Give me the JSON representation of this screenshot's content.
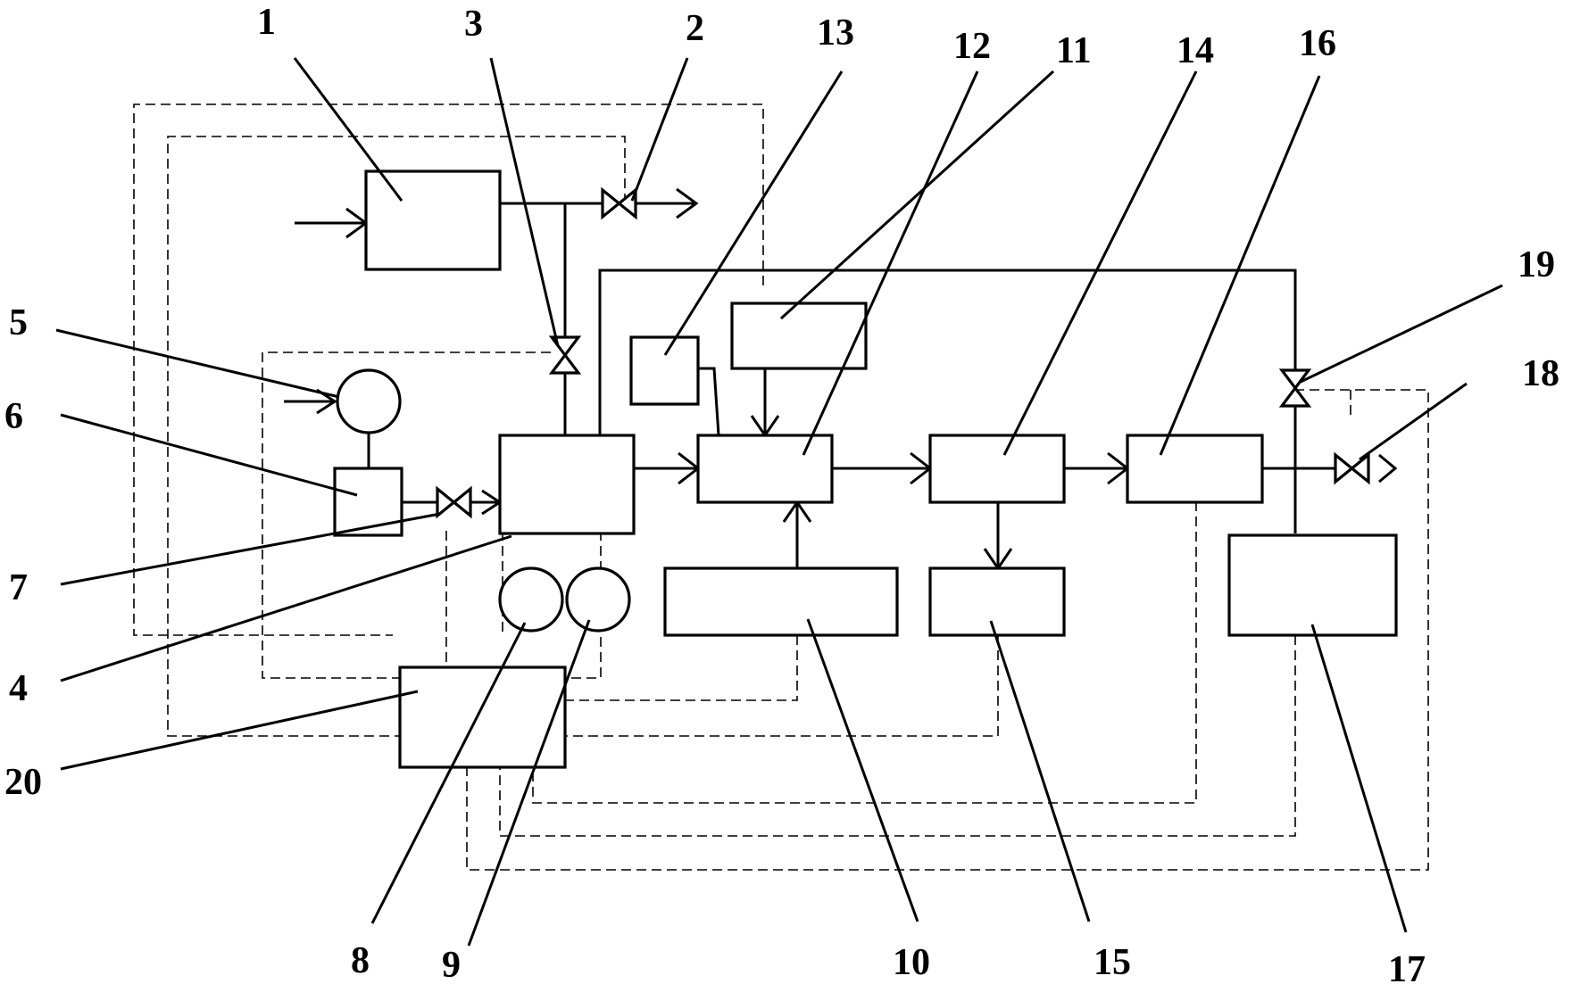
{
  "labels": {
    "c1": "1",
    "c2": "2",
    "c3": "3",
    "c4": "4",
    "c5": "5",
    "c6": "6",
    "c7": "7",
    "c8": "8",
    "c9": "9",
    "c10": "10",
    "c11": "11",
    "c12": "12",
    "c13": "13",
    "c14": "14",
    "c15": "15",
    "c16": "16",
    "c17": "17",
    "c18": "18",
    "c19": "19",
    "c20": "20"
  }
}
